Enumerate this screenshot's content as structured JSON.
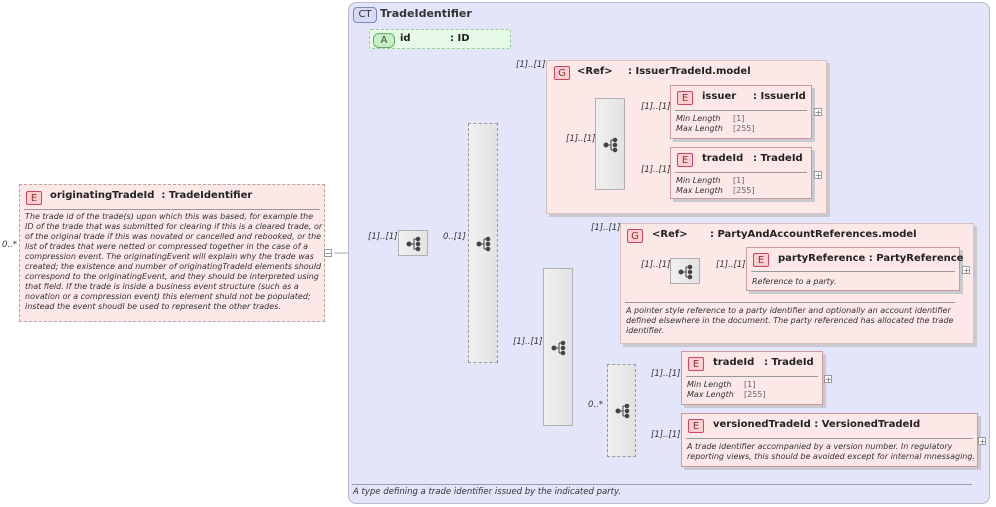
{
  "root": {
    "occurrence": "0..*",
    "badge": "E",
    "name": "originatingTradeId",
    "type": ": TradeIdentifier",
    "doc_lines": [
      "The trade id of the trade(s) upon which this was based, for example the",
      "ID of the trade that was submitted for clearing if this is a cleared trade, or",
      "of the original trade if this was novated or cancelled and rebooked, or the",
      "list of trades that were netted or compressed together in the case of a",
      "compression event. The originatingEvent will explain why the trade was",
      "created; the existence and number of originatingTradeId elements should",
      "correspond to the originatingEvent, and they should be interpreted using",
      "that field. If the trade is inside a business event structure (such as a",
      "novation or a compression event) this element shuld not be populated;",
      "instead the event shoudl be used to represent the other trades."
    ]
  },
  "complex_type": {
    "badge": "CT",
    "name": "TradeIdentifier",
    "documentation": "A type defining a trade identifier issued by the indicated party."
  },
  "attribute": {
    "badge": "A",
    "name": "id",
    "type": ": ID"
  },
  "cards": {
    "root_seq": "[1]..[1]",
    "choice": "0..[1]",
    "g1": "[1]..[1]",
    "g1_seq": "[1]..[1]",
    "issuer": "[1]..[1]",
    "tradeId1": "[1]..[1]",
    "g2": "[1]..[1]",
    "g2_seq_in": "[1]..[1]",
    "partyRef": "[1]..[1]",
    "seq2": "[1]..[1]",
    "choice2": "0..*",
    "tradeId2": "[1]..[1]",
    "versioned": "[1]..[1]"
  },
  "group1": {
    "badge": "G",
    "ref": "<Ref>",
    "name": ": IssuerTradeId.model"
  },
  "group2": {
    "badge": "G",
    "ref": "<Ref>",
    "name": ": PartyAndAccountReferences.model",
    "doc_lines": [
      "A pointer style reference to a party identifier and optionally an account identifier",
      "defined elsewhere in the document. The party referenced has allocated the trade",
      "identifier."
    ]
  },
  "facets": {
    "min_label": "Min Length",
    "max_label": "Max Length",
    "min_val": "[1]",
    "max_val": "[255]"
  },
  "issuer": {
    "badge": "E",
    "name": "issuer",
    "type": ": IssuerId"
  },
  "tradeId1": {
    "badge": "E",
    "name": "tradeId",
    "type": ": TradeId"
  },
  "partyReference": {
    "badge": "E",
    "name": "partyReference",
    "type": ": PartyReference",
    "doc": "Reference to a party."
  },
  "tradeId2": {
    "badge": "E",
    "name": "tradeId",
    "type": ": TradeId"
  },
  "versionedTradeId": {
    "badge": "E",
    "name": "versionedTradeId",
    "type": ": VersionedTradeId",
    "doc_lines": [
      "A trade identifier accompanied by a version number. In regulatory",
      "reporting views, this should be avoided except for internal mnessaging."
    ]
  },
  "expander_symbol": "+",
  "collapse_symbol": "−"
}
